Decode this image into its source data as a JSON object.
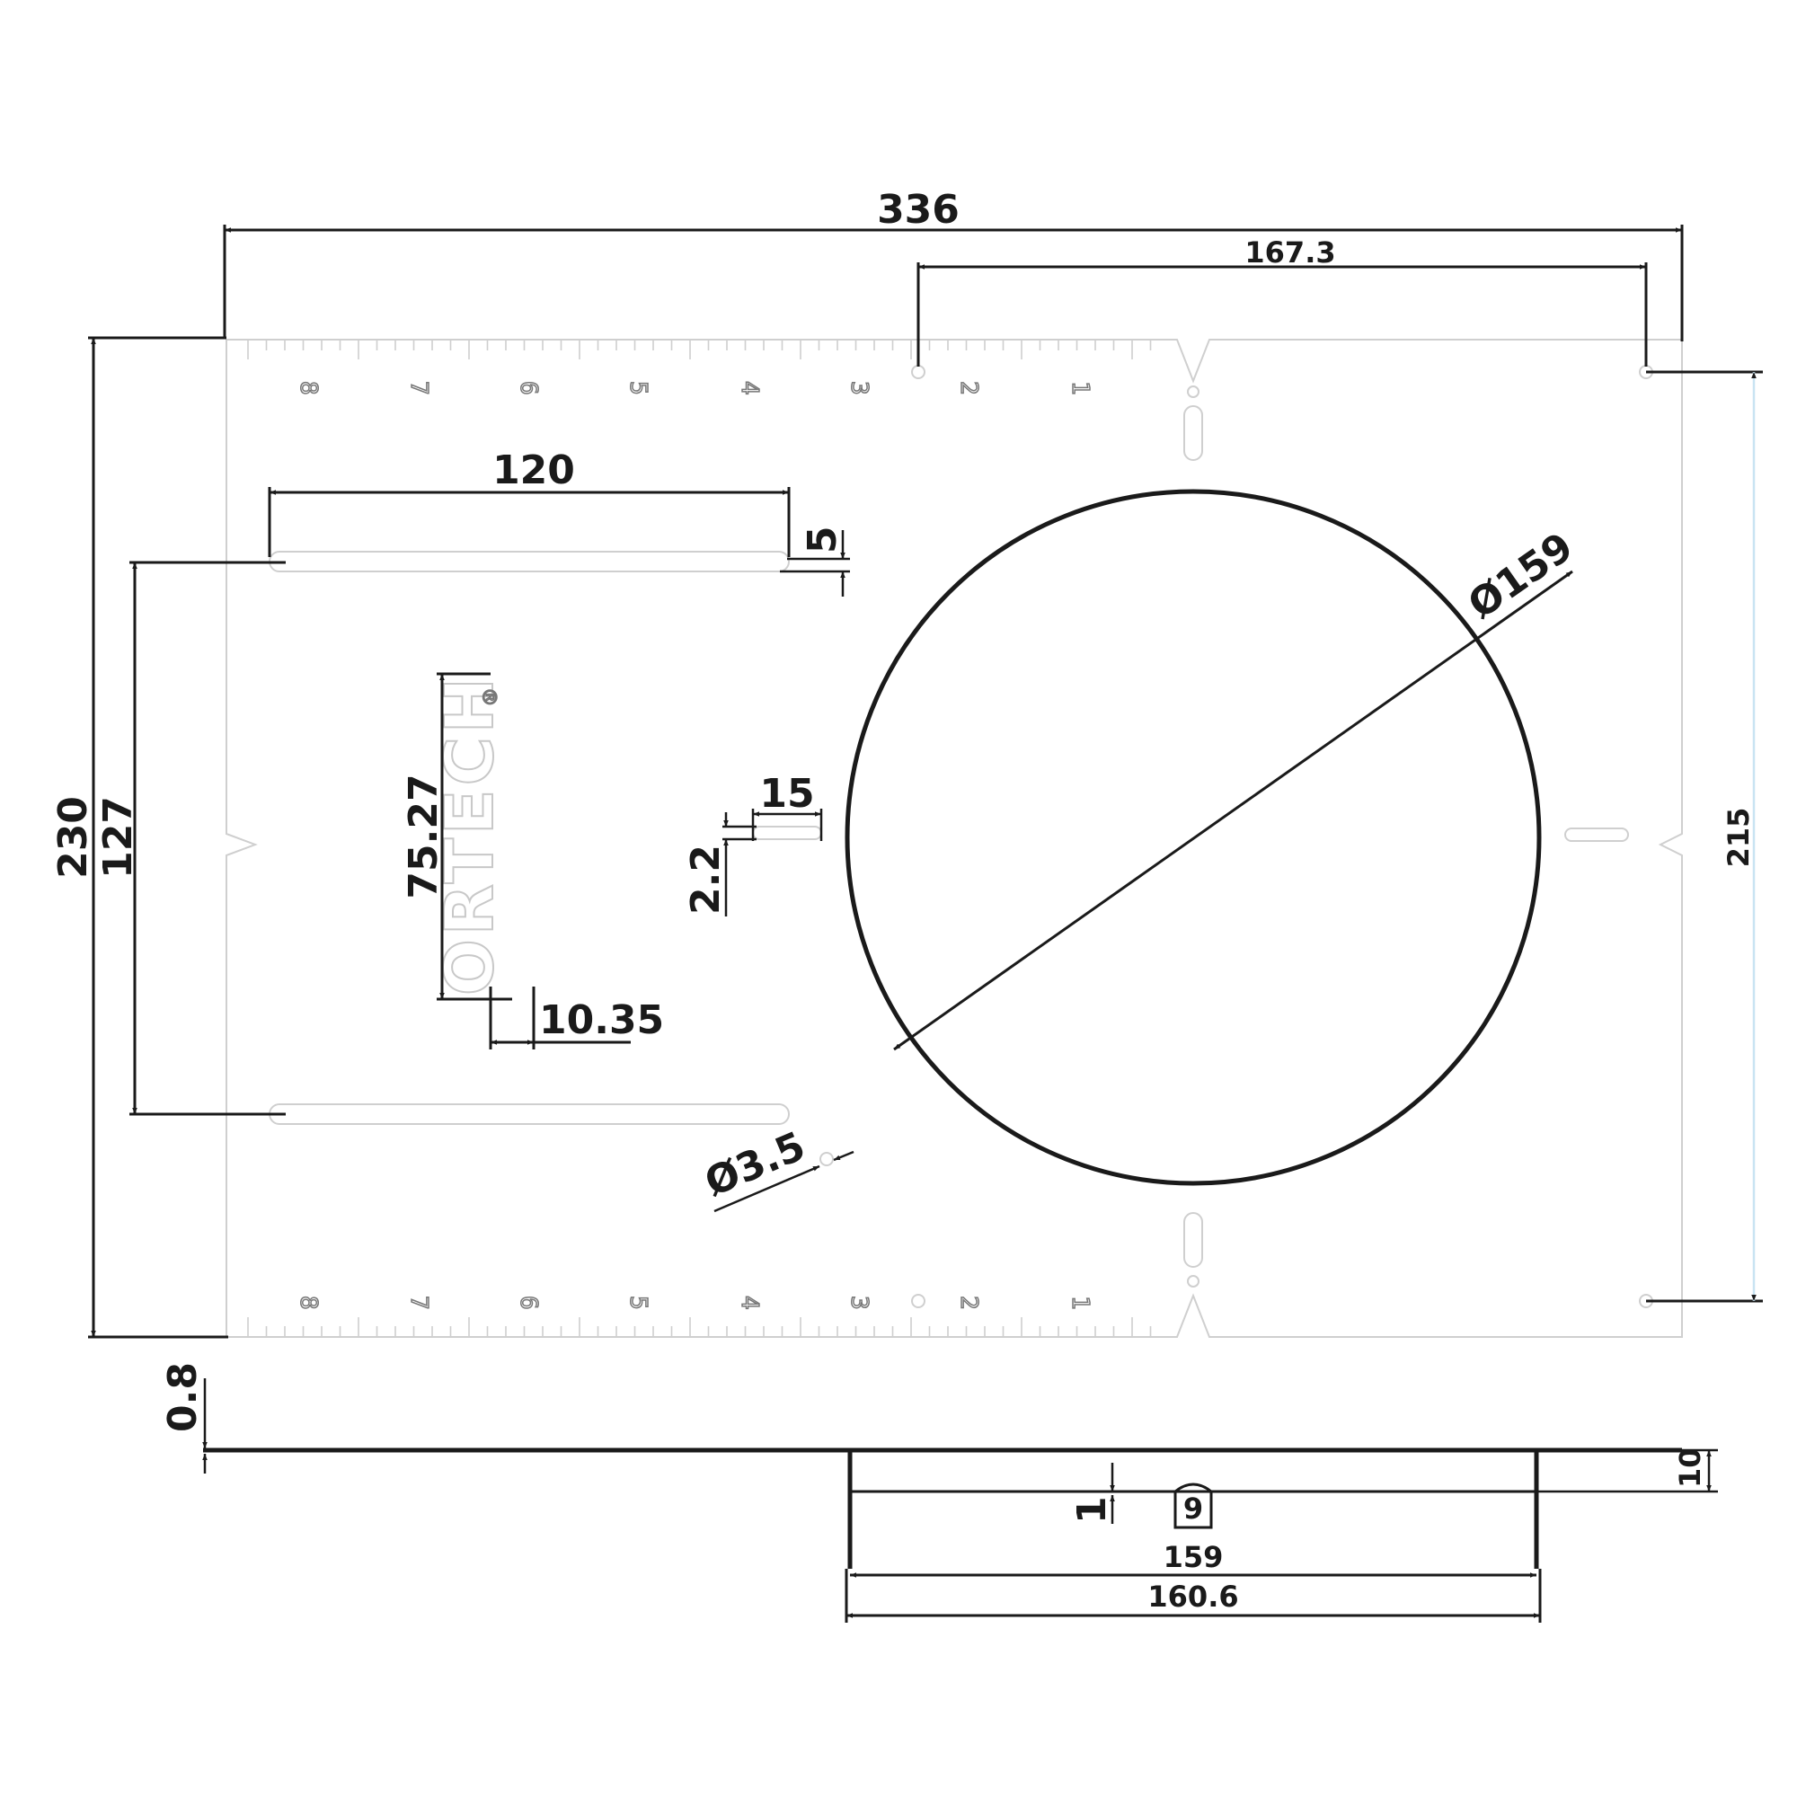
{
  "dimensions": {
    "overall_width": "336",
    "hole_offset": "167.3",
    "overall_height": "230",
    "slot_spacing": "127",
    "slot_length": "120",
    "slot_width": "5",
    "logo_height": "75.27",
    "logo_width": "10.35",
    "small_slot_length": "15",
    "small_slot_width": "2.2",
    "hole_diameter": "Ø3.5",
    "circle_diameter": "Ø159",
    "hole_spacing_vertical": "215",
    "plate_thickness": "0.8",
    "flange_height": "10",
    "rib_height": "1",
    "tab_width": "9",
    "inner_diameter": "159",
    "outer_diameter": "160.6"
  },
  "scale_numbers": [
    "8",
    "7",
    "6",
    "5",
    "4",
    "3",
    "2",
    "1"
  ],
  "logo_text": "ORTECH",
  "logo_mark": "®"
}
